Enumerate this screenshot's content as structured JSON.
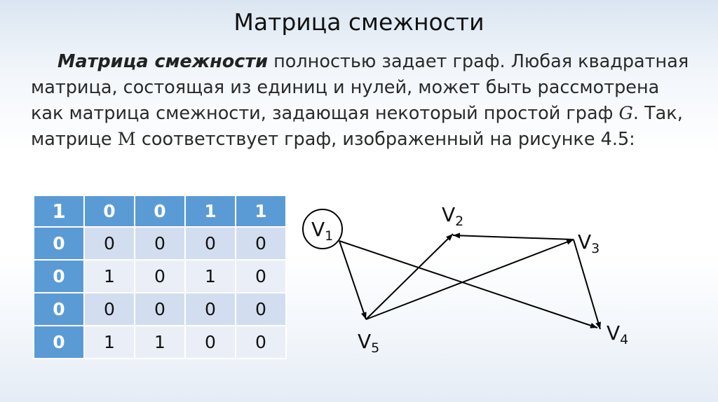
{
  "slide": {
    "title": "Матрица смежности"
  },
  "paragraph": {
    "term": "Матрица смежности",
    "part1": " полностью задает граф. Любая квадратная матрица, состоящая из единиц и нулей, может быть рассмотрена как матрица смежности, задающая некоторый простой граф ",
    "graph_symbol": "G",
    "part2": ". Так, матрице ",
    "matrix_symbol": "M",
    "part3": " соответствует граф, изображенный на рисунке 4.5:"
  },
  "matrix": {
    "rows": [
      [
        "1",
        "0",
        "0",
        "1",
        "1"
      ],
      [
        "0",
        "0",
        "0",
        "0",
        "0"
      ],
      [
        "0",
        "1",
        "0",
        "1",
        "0"
      ],
      [
        "0",
        "0",
        "0",
        "0",
        "0"
      ],
      [
        "0",
        "1",
        "1",
        "0",
        "0"
      ]
    ]
  },
  "graph": {
    "vertices": [
      {
        "id": "v1",
        "letter": "V",
        "index": "1"
      },
      {
        "id": "v2",
        "letter": "V",
        "index": "2"
      },
      {
        "id": "v3",
        "letter": "V",
        "index": "3"
      },
      {
        "id": "v4",
        "letter": "V",
        "index": "4"
      },
      {
        "id": "v5",
        "letter": "V",
        "index": "5"
      }
    ],
    "edges": [
      {
        "from": "v1",
        "to": "v5"
      },
      {
        "from": "v1",
        "to": "v4"
      },
      {
        "from": "v5",
        "to": "v2"
      },
      {
        "from": "v5",
        "to": "v3"
      },
      {
        "from": "v3",
        "to": "v2"
      },
      {
        "from": "v3",
        "to": "v4"
      }
    ],
    "loop_on": "v1",
    "line_color": "#000000"
  }
}
